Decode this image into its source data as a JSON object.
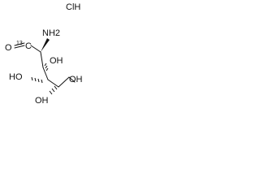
{
  "molecule": {
    "salt": "ClH",
    "amine": "NH2",
    "carbonyl_oxygen": "O",
    "isotope_mass": "13",
    "isotope_element": "C",
    "hydroxyls": [
      "OH",
      "HO",
      "OH",
      "OH"
    ]
  }
}
